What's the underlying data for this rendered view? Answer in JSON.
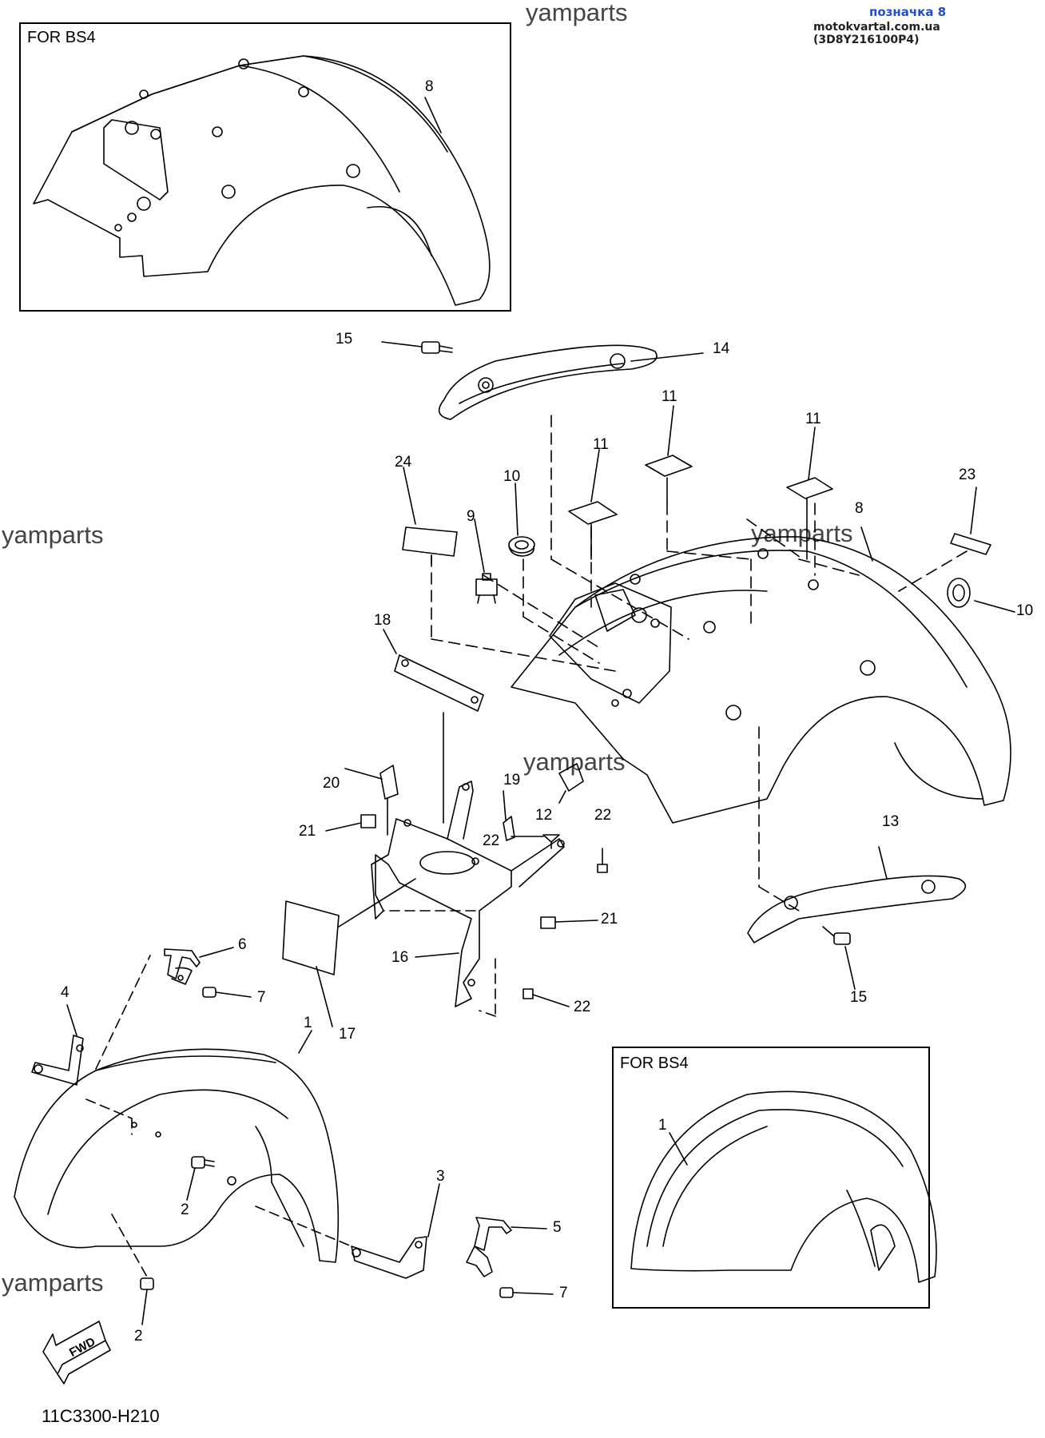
{
  "header": {
    "badge": "позначка 8",
    "source": "motokvartal.com.ua (3D8Y216100P4)"
  },
  "watermark": "yamparts",
  "insets": {
    "rear_title": "FOR BS4",
    "front_title": "FOR BS4"
  },
  "drawing_code": "11C3300-H210",
  "fwd_label": "FWD",
  "callouts": {
    "c1": "1",
    "c1b": "1",
    "c2a": "2",
    "c2b": "2",
    "c3": "3",
    "c4": "4",
    "c5": "5",
    "c6": "6",
    "c7a": "7",
    "c7b": "7",
    "c8": "8",
    "c8b": "8",
    "c9": "9",
    "c10a": "10",
    "c10b": "10",
    "c11a": "11",
    "c11b": "11",
    "c11c": "11",
    "c12": "12",
    "c13": "13",
    "c14": "14",
    "c15a": "15",
    "c15b": "15",
    "c16": "16",
    "c17": "17",
    "c18": "18",
    "c19": "19",
    "c20": "20",
    "c21a": "21",
    "c21b": "21",
    "c22a": "22",
    "c22b": "22",
    "c22c": "22",
    "c23": "23",
    "c24": "24"
  },
  "colors": {
    "line": "#000000",
    "badge": "#1f4fd1",
    "watermark": "#444444"
  }
}
